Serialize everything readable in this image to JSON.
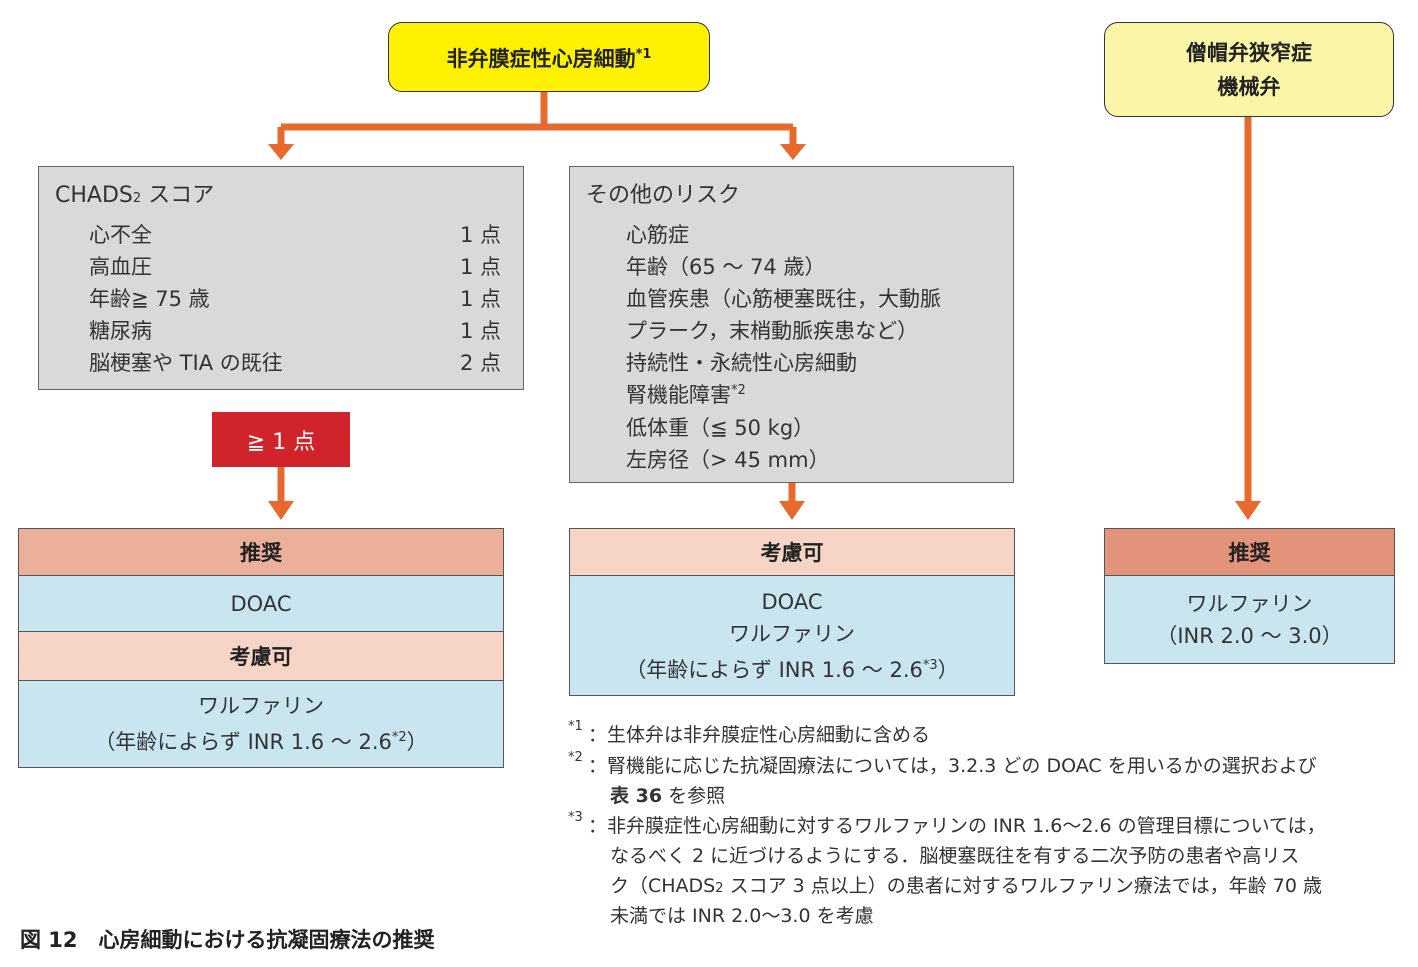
{
  "top_left": {
    "title": "非弁膜症性心房細動",
    "sup": "*1"
  },
  "top_right": {
    "line1": "僧帽弁狭窄症",
    "line2": "機械弁"
  },
  "chads": {
    "title_prefix": "CHADS",
    "title_sub": "2",
    "title_suffix": " スコア",
    "items": [
      {
        "label": "心不全",
        "points": "1 点"
      },
      {
        "label": "高血圧",
        "points": "1 点"
      },
      {
        "label": "年齢≧ 75 歳",
        "points": "1 点"
      },
      {
        "label": "糖尿病",
        "points": "1 点"
      },
      {
        "label": "脳梗塞や TIA の既往",
        "points": "2 点"
      }
    ],
    "threshold": "≧ 1 点"
  },
  "other_risks": {
    "title": "その他のリスク",
    "items": [
      "心筋症",
      "年齢（65 ～ 74 歳）",
      "血管疾患（心筋梗塞既往，大動脈",
      "プラーク，末梢動脈疾患など）",
      "持続性・永続性心房細動",
      "腎機能障害",
      "低体重（≦ 50 kg）",
      "左房径（> 45 mm）"
    ],
    "renal_sup": "*2"
  },
  "result_left": {
    "recommend": "推奨",
    "recommend_drug": "DOAC",
    "consider": "考慮可",
    "consider_drug": "ワルファリン",
    "consider_note": "（年齢によらず INR 1.6 ～ 2.6",
    "consider_sup": "*2",
    "consider_close": "）"
  },
  "result_mid": {
    "consider": "考慮可",
    "drug1": "DOAC",
    "drug2": "ワルファリン",
    "note": "（年齢によらず INR 1.6 ～ 2.6",
    "note_sup": "*3",
    "note_close": "）"
  },
  "result_right": {
    "recommend": "推奨",
    "drug": "ワルファリン",
    "note": "（INR 2.0 ～ 3.0）"
  },
  "footnotes": {
    "n1_mark": "*1",
    "n1": "：生体弁は非弁膜症性心房細動に含める",
    "n2_mark": "*2",
    "n2_line1": "：腎機能に応じた抗凝固療法については，3.2.3 どの DOAC を用いるかの選択および",
    "n2_bold": "表 36",
    "n2_line2_rest": " を参照",
    "n3_mark": "*3",
    "n3_line1": "：非弁膜症性心房細動に対するワルファリンの INR 1.6～2.6 の管理目標については，",
    "n3_line2": "なるべく 2 に近づけるようにする．脳梗塞既往を有する二次予防の患者や高リス",
    "n3_line3_a": "ク（CHADS",
    "n3_line3_sub": "2",
    "n3_line3_b": " スコア 3 点以上）の患者に対するワルファリン療法では，年齢 70 歳",
    "n3_line4": "未満では INR 2.0～3.0 を考慮"
  },
  "caption": "図 12　心房細動における抗凝固療法の推奨",
  "colors": {
    "arrow": "#e8692c",
    "threshold": "#d0232a",
    "recommend": "#ebb09a",
    "recommend_right": "#e3937a",
    "consider": "#f7d5c6",
    "drug": "#c9e6f0",
    "top_left": "#fff200",
    "top_right": "#fbf5a8"
  }
}
